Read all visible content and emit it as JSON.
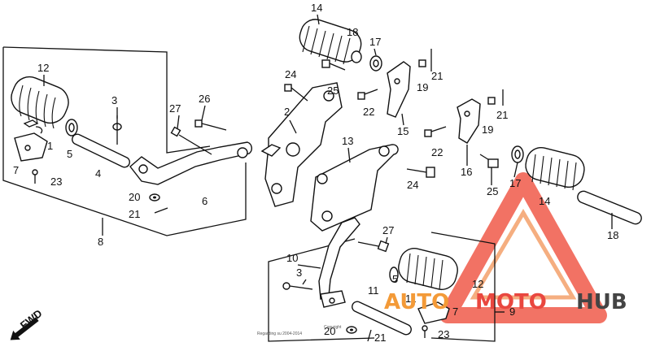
{
  "callouts": {
    "c1": "1",
    "c2": "2",
    "c3": "3",
    "c3b": "3",
    "c4": "4",
    "c5": "5",
    "c5b": "5",
    "c6": "6",
    "c7": "7",
    "c7b": "7",
    "c8": "8",
    "c9": "9",
    "c10": "10",
    "c11": "11",
    "c11b": "11",
    "c12": "12",
    "c12b": "12",
    "c13": "13",
    "c14": "14",
    "c14b": "14",
    "c15": "15",
    "c16": "16",
    "c17": "17",
    "c17b": "17",
    "c18": "18",
    "c18b": "18",
    "c19": "19",
    "c19b": "19",
    "c20": "20",
    "c20b": "20",
    "c21": "21",
    "c21b": "21",
    "c21c": "21",
    "c21d": "21",
    "c22": "22",
    "c22b": "22",
    "c23": "23",
    "c23b": "23",
    "c24": "24",
    "c24b": "24",
    "c25": "25",
    "c25b": "25",
    "c26": "26",
    "c27": "27",
    "c27b": "27"
  },
  "fwd_label": "FWD",
  "copyright": "Copyright",
  "footer_fine": "Regarding su 2004-2014",
  "watermark": {
    "part1": "AUTO",
    "part2": "MOTO",
    "part3": "HUB",
    "color_orange": "#f39a38",
    "color_red": "#e9473f",
    "color_dark": "#444444"
  }
}
